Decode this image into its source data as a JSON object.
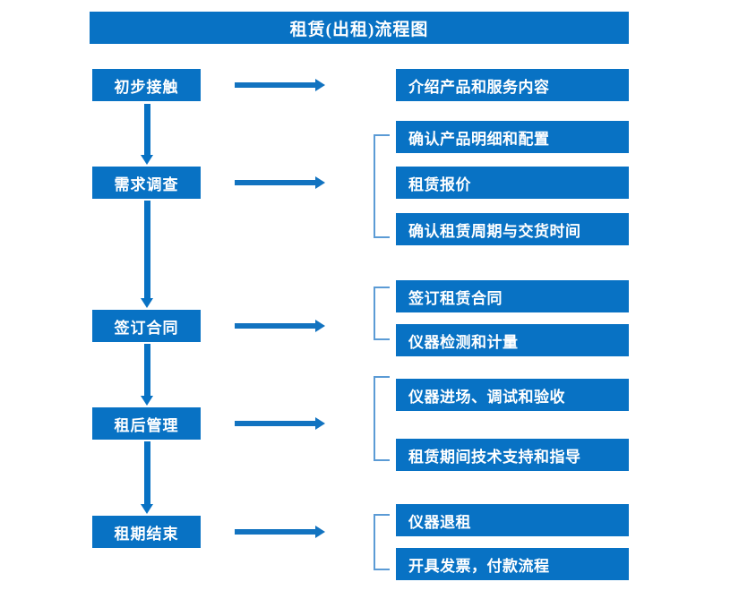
{
  "title": "租赁(出租)流程图",
  "colors": {
    "box_blue": "#0872C4",
    "arrow_blue": "#1273C0",
    "bracket_blue": "#5B9BD5",
    "text_white": "#FFFFFF",
    "background": "#FFFFFF"
  },
  "stages": [
    {
      "label": "初步接触"
    },
    {
      "label": "需求调查"
    },
    {
      "label": "签订合同"
    },
    {
      "label": "租后管理"
    },
    {
      "label": "租期结束"
    }
  ],
  "details": [
    {
      "label": "介绍产品和服务内容"
    },
    {
      "label": "确认产品明细和配置"
    },
    {
      "label": "租赁报价"
    },
    {
      "label": "确认租赁周期与交货时间"
    },
    {
      "label": "签订租赁合同"
    },
    {
      "label": "仪器检测和计量"
    },
    {
      "label": "仪器进场、调试和验收"
    },
    {
      "label": "租赁期间技术支持和指导"
    },
    {
      "label": "仪器退租"
    },
    {
      "label": "开具发票，付款流程"
    }
  ]
}
